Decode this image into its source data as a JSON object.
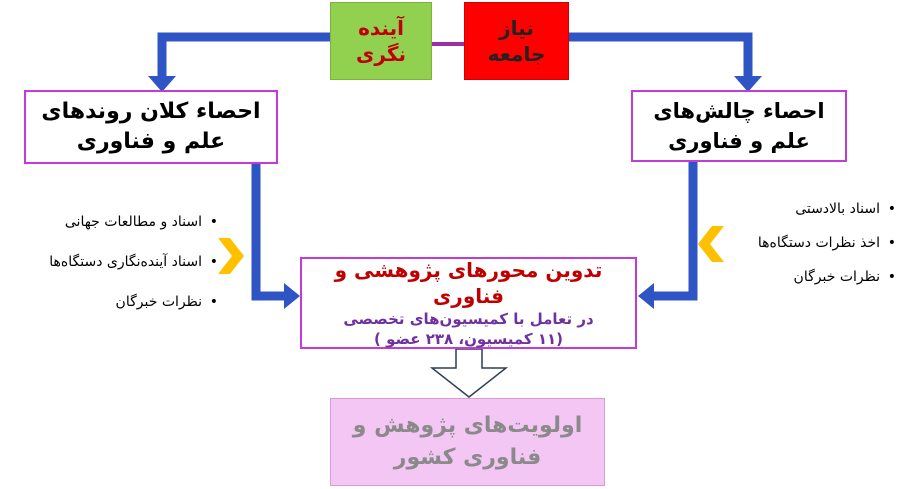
{
  "nodes": {
    "future": {
      "line1": "آینده",
      "line2": "نگری"
    },
    "need": {
      "line1": "نیاز",
      "line2": "جامعه"
    },
    "trends": {
      "line1": "احصاء کلان روندهای",
      "line2": "علم و فناوری"
    },
    "challenges": {
      "line1": "احصاء چالش‌های",
      "line2": "علم و فناوری"
    },
    "center": {
      "line1": "تدوین محورهای پژوهشی و فناوری",
      "line2": "در تعامل با کمیسیون‌های تخصصی",
      "line3": "(۱۱ کمیسیون، ۲۳۸ عضو )"
    },
    "result": {
      "line1": "اولویت‌های پژوهش و",
      "line2": "فناوری کشور"
    }
  },
  "lists": {
    "left": [
      "اسناد و مطالعات جهانی",
      "اسناد آینده‌نگاری دستگاه‌ها",
      "نظرات خبرگان"
    ],
    "right": [
      "اسناد بالادستی",
      "اخذ نظرات دستگاه‌ها",
      "نظرات خبرگان"
    ]
  },
  "colors": {
    "arrow": "#2f55c4",
    "chevron": "#ffc000",
    "border": "#c23bd8",
    "connector": "#9b2fa8"
  }
}
